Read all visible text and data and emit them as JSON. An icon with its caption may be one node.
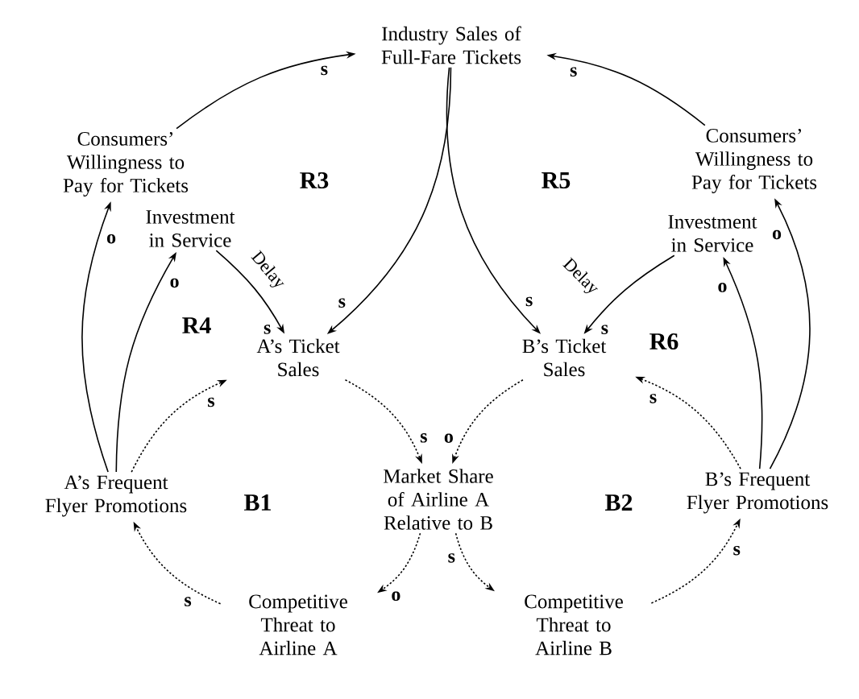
{
  "diagram": {
    "nodes": [
      {
        "text": [
          "Industry Sales of Full-Fare Tickets"
        ]
      },
      {
        "text": [
          "Consumers’ Willingness to Pay for Tickets"
        ]
      },
      {
        "text": [
          "Consumers’ Willingness to Pay for Tickets"
        ]
      },
      {
        "text": [
          "Investment in Service"
        ]
      },
      {
        "text": [
          "Investment in Service"
        ]
      },
      {
        "text": [
          "A’s Ticket Sales"
        ]
      },
      {
        "text": [
          "B’s Ticket Sales"
        ]
      },
      {
        "text": [
          "Market Share of Airline A Relative to B"
        ]
      },
      {
        "text": [
          "A’s Frequent Flyer Promotions"
        ]
      },
      {
        "text": [
          "B’s Frequent Flyer Promotions"
        ]
      },
      {
        "text": [
          "Competitive Threat to Airline A"
        ]
      },
      {
        "text": [
          "Competitive Threat to Airline B"
        ]
      }
    ],
    "edges": [
      {
        "from": 1,
        "to": 0,
        "arrow": "to",
        "label": "s"
      },
      {
        "from": 2,
        "to": 0,
        "arrow": "to",
        "label": "s"
      },
      {
        "from": 0,
        "to": 5,
        "arrow": "to",
        "label": "s"
      },
      {
        "from": 0,
        "to": 6,
        "arrow": "to",
        "label": "s"
      },
      {
        "from": 3,
        "to": 5,
        "arrow": "to",
        "label": "s"
      },
      {
        "from": 4,
        "to": 6,
        "arrow": "to",
        "label": "s"
      },
      {
        "from": 8,
        "to": 1,
        "arrow": "to",
        "label": "o"
      },
      {
        "from": 8,
        "to": 3,
        "arrow": "to",
        "label": "o"
      },
      {
        "from": 9,
        "to": 2,
        "arrow": "to",
        "label": "o"
      },
      {
        "from": 9,
        "to": 4,
        "arrow": "to",
        "label": "o"
      },
      {
        "from": 8,
        "to": 5,
        "arrow": "to",
        "label": "s",
        "style": "dashed"
      },
      {
        "from": 5,
        "to": 7,
        "arrow": "to",
        "label": "s",
        "style": "dashed"
      },
      {
        "from": 7,
        "to": 10,
        "arrow": "to",
        "label": "o",
        "style": "dashed"
      },
      {
        "from": 10,
        "to": 8,
        "arrow": "to",
        "label": "s",
        "style": "dashed"
      },
      {
        "from": 6,
        "to": 7,
        "arrow": "to",
        "label": "o",
        "style": "dashed"
      },
      {
        "from": 7,
        "to": 11,
        "arrow": "to",
        "label": "s",
        "style": "dashed"
      },
      {
        "from": 11,
        "to": 9,
        "arrow": "to",
        "label": "s",
        "style": "dashed"
      },
      {
        "from": 9,
        "to": 6,
        "arrow": "to",
        "label": "s",
        "style": "dashed"
      }
    ],
    "labels": [
      "R3",
      "R5",
      "Delay",
      "Delay",
      "R4",
      "R6",
      "B1",
      "B2"
    ]
  }
}
